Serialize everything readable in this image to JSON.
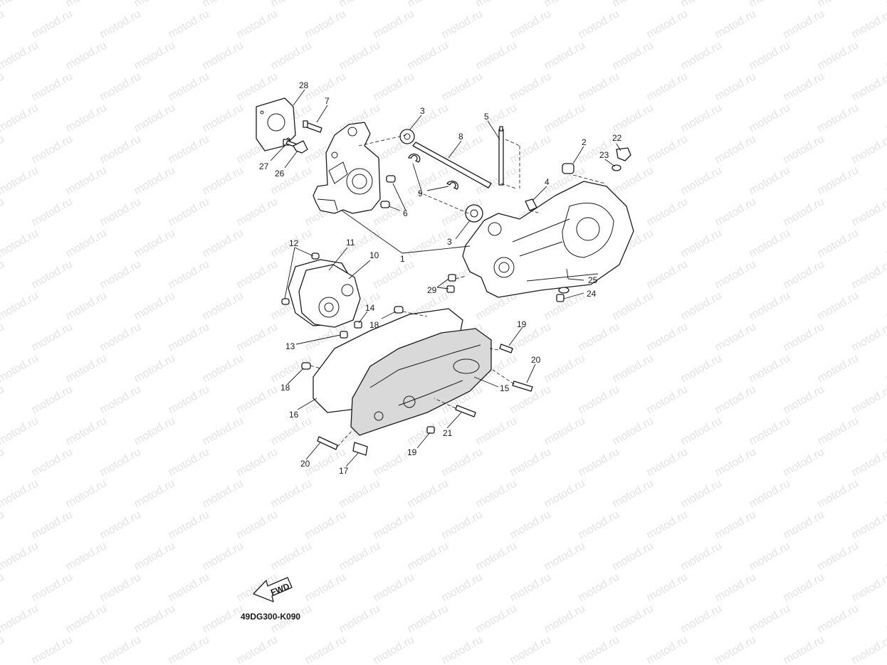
{
  "watermark": "motod.ru",
  "diagram_code": "49DG300-K090",
  "fwd_label": "FWD",
  "callouts": [
    "1",
    "2",
    "3",
    "3",
    "4",
    "5",
    "6",
    "7",
    "8",
    "9",
    "10",
    "11",
    "12",
    "13",
    "14",
    "15",
    "16",
    "17",
    "18",
    "18",
    "19",
    "19",
    "20",
    "20",
    "21",
    "22",
    "23",
    "24",
    "25",
    "26",
    "27",
    "28",
    "29"
  ],
  "colors": {
    "line": "#1a1a1a",
    "watermark": "#e3e3e3",
    "background": "#ffffff"
  }
}
